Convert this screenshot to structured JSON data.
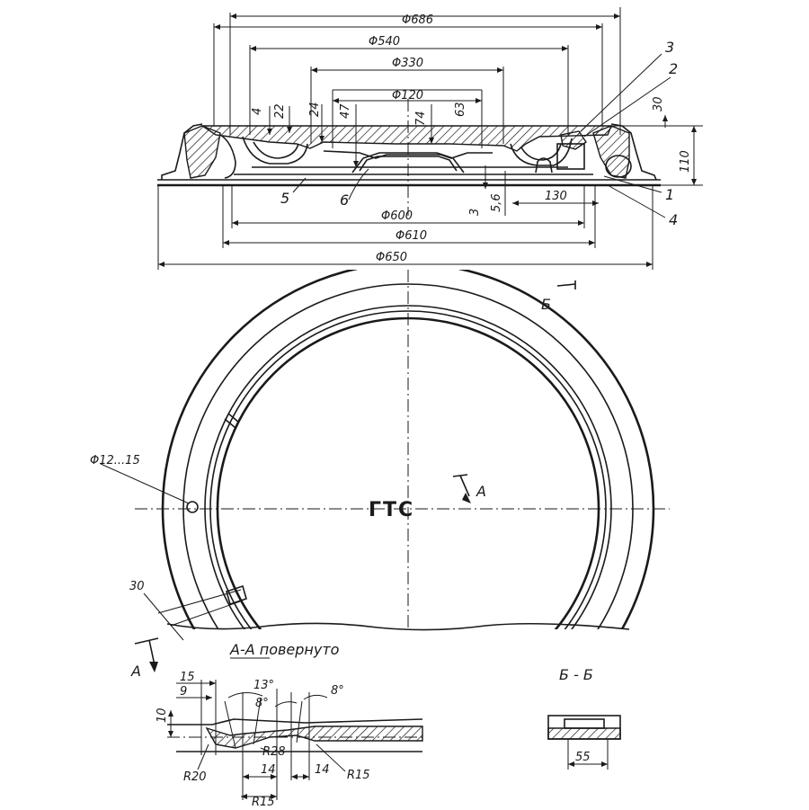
{
  "top_section": {
    "dims_top": [
      "Φ686",
      "Φ540",
      "Φ330",
      "Φ120"
    ],
    "dims_bottom": [
      "Φ600",
      "Φ610",
      "Φ650"
    ],
    "vertical_dims": [
      "4",
      "22",
      "24",
      "47",
      "74",
      "63",
      "30",
      "110",
      "3",
      "5,6"
    ],
    "horizontal_dim": "130",
    "part_labels": [
      "3",
      "2",
      "1",
      "4",
      "5",
      "6"
    ]
  },
  "plan_view": {
    "center_mark": "ГТС",
    "section_a": "А",
    "section_b": "Б",
    "hole_dim": "Φ12...15",
    "rib_dim": "30"
  },
  "section_aa": {
    "title": "А-А повернуто",
    "dims": [
      "15",
      "9",
      "10",
      "13°",
      "8°",
      "8°",
      "R20",
      "R28",
      "R15",
      "R15",
      "14",
      "14"
    ]
  },
  "section_bb": {
    "title": "Б - Б",
    "dim": "55"
  }
}
